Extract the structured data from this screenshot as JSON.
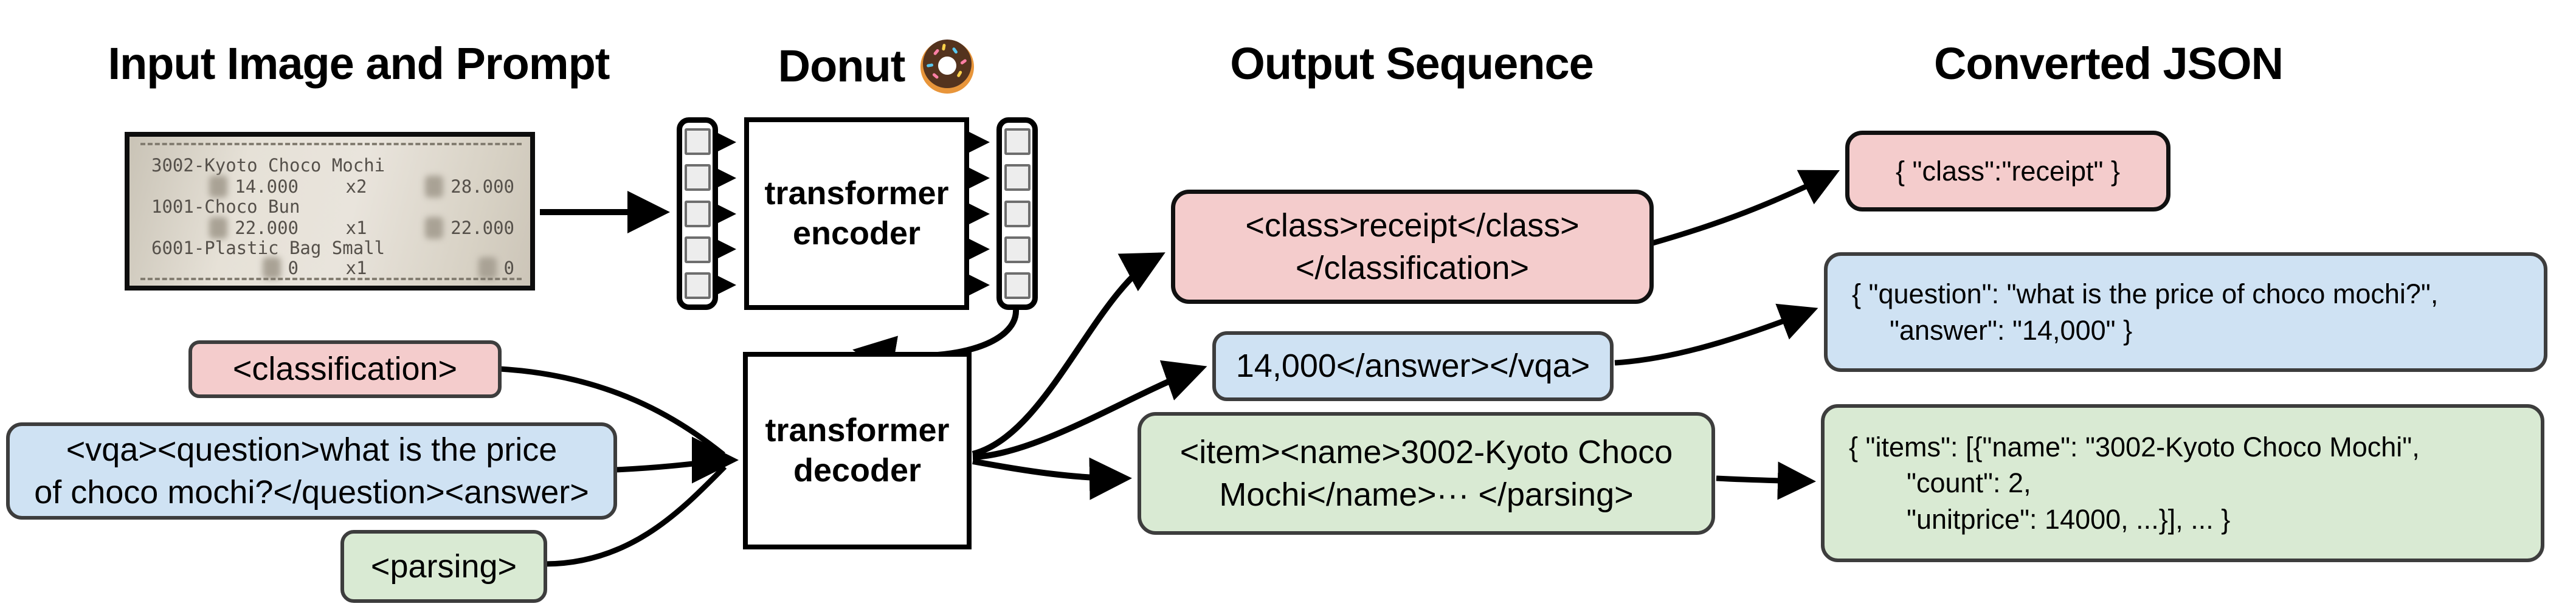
{
  "headings": {
    "input": "Input Image and Prompt",
    "model": "Donut",
    "model_icon": "donut-icon",
    "output": "Output Sequence",
    "json": "Converted JSON"
  },
  "receipt": {
    "rows": [
      {
        "type": "name",
        "text": "3002-Kyoto Choco Mochi"
      },
      {
        "type": "amount",
        "price": "14.000",
        "qty": "x2",
        "total": "28.000"
      },
      {
        "type": "name",
        "text": "1001-Choco Bun"
      },
      {
        "type": "amount",
        "price": "22.000",
        "qty": "x1",
        "total": "22.000"
      },
      {
        "type": "name",
        "text": "6001-Plastic Bag Small"
      },
      {
        "type": "amount",
        "price": "0",
        "qty": "x1",
        "total": "0"
      }
    ]
  },
  "encoder": {
    "line1": "transformer",
    "line2": "encoder"
  },
  "decoder": {
    "line1": "transformer",
    "line2": "decoder"
  },
  "prompts": {
    "classification": {
      "text": "<classification>",
      "color": "#f4cccc"
    },
    "vqa": {
      "line1": "<vqa><question>what is the price",
      "line2": "of choco mochi?</question><answer>",
      "color": "#cfe2f3"
    },
    "parsing": {
      "text": "<parsing>",
      "color": "#d9ead3"
    }
  },
  "outputs": {
    "classification": {
      "line1": "<class>receipt</class>",
      "line2": "</classification>"
    },
    "vqa": {
      "text": "14,000</answer></vqa>"
    },
    "parsing": {
      "line1": "<item><name>3002-Kyoto Choco",
      "line2": "Mochi</name>··· </parsing>"
    }
  },
  "converted_json": {
    "classification": {
      "line1": "{ \"class\":\"receipt\" }"
    },
    "vqa": {
      "line1": "{ \"question\": \"what is the price of choco mochi?\",",
      "line2": "\"answer\": \"14,000\" }"
    },
    "parsing": {
      "line1": "{ \"items\": [{\"name\": \"3002-Kyoto Choco Mochi\",",
      "line2": "\"count\": 2,",
      "line3": "\"unitprice\": 14000, ...}], ... }"
    }
  },
  "colors": {
    "pink": "#f4cccc",
    "blue": "#cfe2f3",
    "green": "#d9ead3",
    "box_border": "#3d3d3d",
    "arrow": "#000000",
    "donut_glaze": "#54331e",
    "donut_dough": "#e8953a"
  }
}
